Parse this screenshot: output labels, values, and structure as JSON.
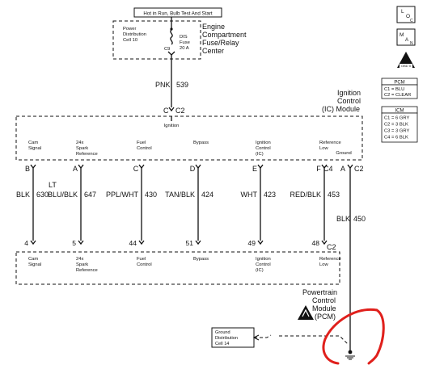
{
  "header": {
    "hot_label": "Hot in Run, Bulb Test And Start"
  },
  "fuse_center": {
    "pdc_line1": "Power",
    "pdc_line2": "Distribution",
    "pdc_line3": "Cell 10",
    "fuse_name": "DIS",
    "fuse_word": "Fuse",
    "fuse_rating": "20 A",
    "connector": "C9",
    "title_line1": "Engine",
    "title_line2": "Compartment",
    "title_line3": "Fuse/Relay",
    "title_line4": "Center"
  },
  "feed_wire": {
    "color": "PNK",
    "circuit": "539"
  },
  "icm": {
    "conn_pin": "C",
    "conn_name": "C2",
    "title_line1": "Ignition",
    "title_line2": "Control",
    "title_line3": "(IC) Module",
    "ignition_label": "Ignition",
    "ground_label": "Ground",
    "ground_pin": "A",
    "ground_conn": "C2",
    "c4_label": "C4"
  },
  "signals": [
    {
      "top1": "Cam",
      "top2": "Signal",
      "top3": "",
      "icm_pin": "B",
      "wire1": "",
      "wire2": "BLK",
      "circuit": "630",
      "pcm_pin": "4",
      "bot1": "Cam",
      "bot2": "Signal",
      "bot3": ""
    },
    {
      "top1": "24x",
      "top2": "Spark",
      "top3": "Reference",
      "icm_pin": "A",
      "wire1": "LT",
      "wire2": "BLU/BLK",
      "circuit": "647",
      "pcm_pin": "5",
      "bot1": "24x",
      "bot2": "Spark",
      "bot3": "Reference"
    },
    {
      "top1": "Fuel",
      "top2": "Control",
      "top3": "",
      "icm_pin": "C",
      "wire1": "",
      "wire2": "PPL/WHT",
      "circuit": "430",
      "pcm_pin": "44",
      "bot1": "Fuel",
      "bot2": "Control",
      "bot3": ""
    },
    {
      "top1": "Bypass",
      "top2": "",
      "top3": "",
      "icm_pin": "D",
      "wire1": "",
      "wire2": "TAN/BLK",
      "circuit": "424",
      "pcm_pin": "51",
      "bot1": "Bypass",
      "bot2": "",
      "bot3": ""
    },
    {
      "top1": "Ignition",
      "top2": "Control",
      "top3": "(IC)",
      "icm_pin": "E",
      "wire1": "",
      "wire2": "WHT",
      "circuit": "423",
      "pcm_pin": "49",
      "bot1": "Ignition",
      "bot2": "Control",
      "bot3": "(IC)"
    },
    {
      "top1": "Reference",
      "top2": "Low",
      "top3": "",
      "icm_pin": "F",
      "wire1": "",
      "wire2": "RED/BLK",
      "circuit": "453",
      "pcm_pin": "48",
      "bot1": "Reference",
      "bot2": "Low",
      "bot3": ""
    }
  ],
  "ground_wire": {
    "color": "BLK",
    "circuit": "450"
  },
  "pcm": {
    "conn": "C2",
    "title_line1": "Powertrain",
    "title_line2": "Control",
    "title_line3": "Module",
    "title_line4": "(PCM)"
  },
  "ground_dist": {
    "line1": "Ground",
    "line2": "Distribution",
    "line3": "Cell 14"
  },
  "right_icons": {
    "loc_text": "L O C",
    "main_text": "M A N",
    "obdii_text": "OBD II"
  },
  "pcm_legend": {
    "title": "PCM",
    "rows": [
      "C1 = BLU",
      "C2 = CLEAR"
    ]
  },
  "icm_legend": {
    "title": "ICM",
    "rows": [
      "C1 = 6 GRY",
      "C2 = 3 BLK",
      "C3 = 3 GRY",
      "C4 = 6 BLK"
    ]
  },
  "colors": {
    "ink": "#111111",
    "annotation": "#e0201c"
  }
}
